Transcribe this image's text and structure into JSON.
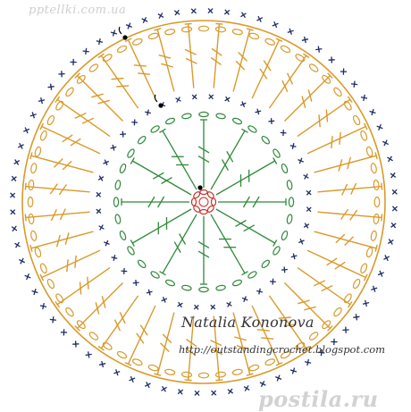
{
  "watermark": {
    "top": "pptellki.com.ua",
    "bottom": "postila.ru"
  },
  "signature": {
    "name": "Natalia Kononova",
    "url": "http://outstandingcrochet.blogspot.com"
  },
  "colors": {
    "center_ring": "#c9302c",
    "inner_rounds": "#2f8a3a",
    "sc_rounds": "#1d2a66",
    "outer_rounds": "#d99a2b",
    "marker": "#000000"
  },
  "pattern": {
    "inner_spokes": 12,
    "outer_spokes": 36,
    "symbols": [
      "chain-stitch",
      "single-crochet",
      "double-crochet",
      "treble-crochet",
      "slip-stitch"
    ]
  }
}
